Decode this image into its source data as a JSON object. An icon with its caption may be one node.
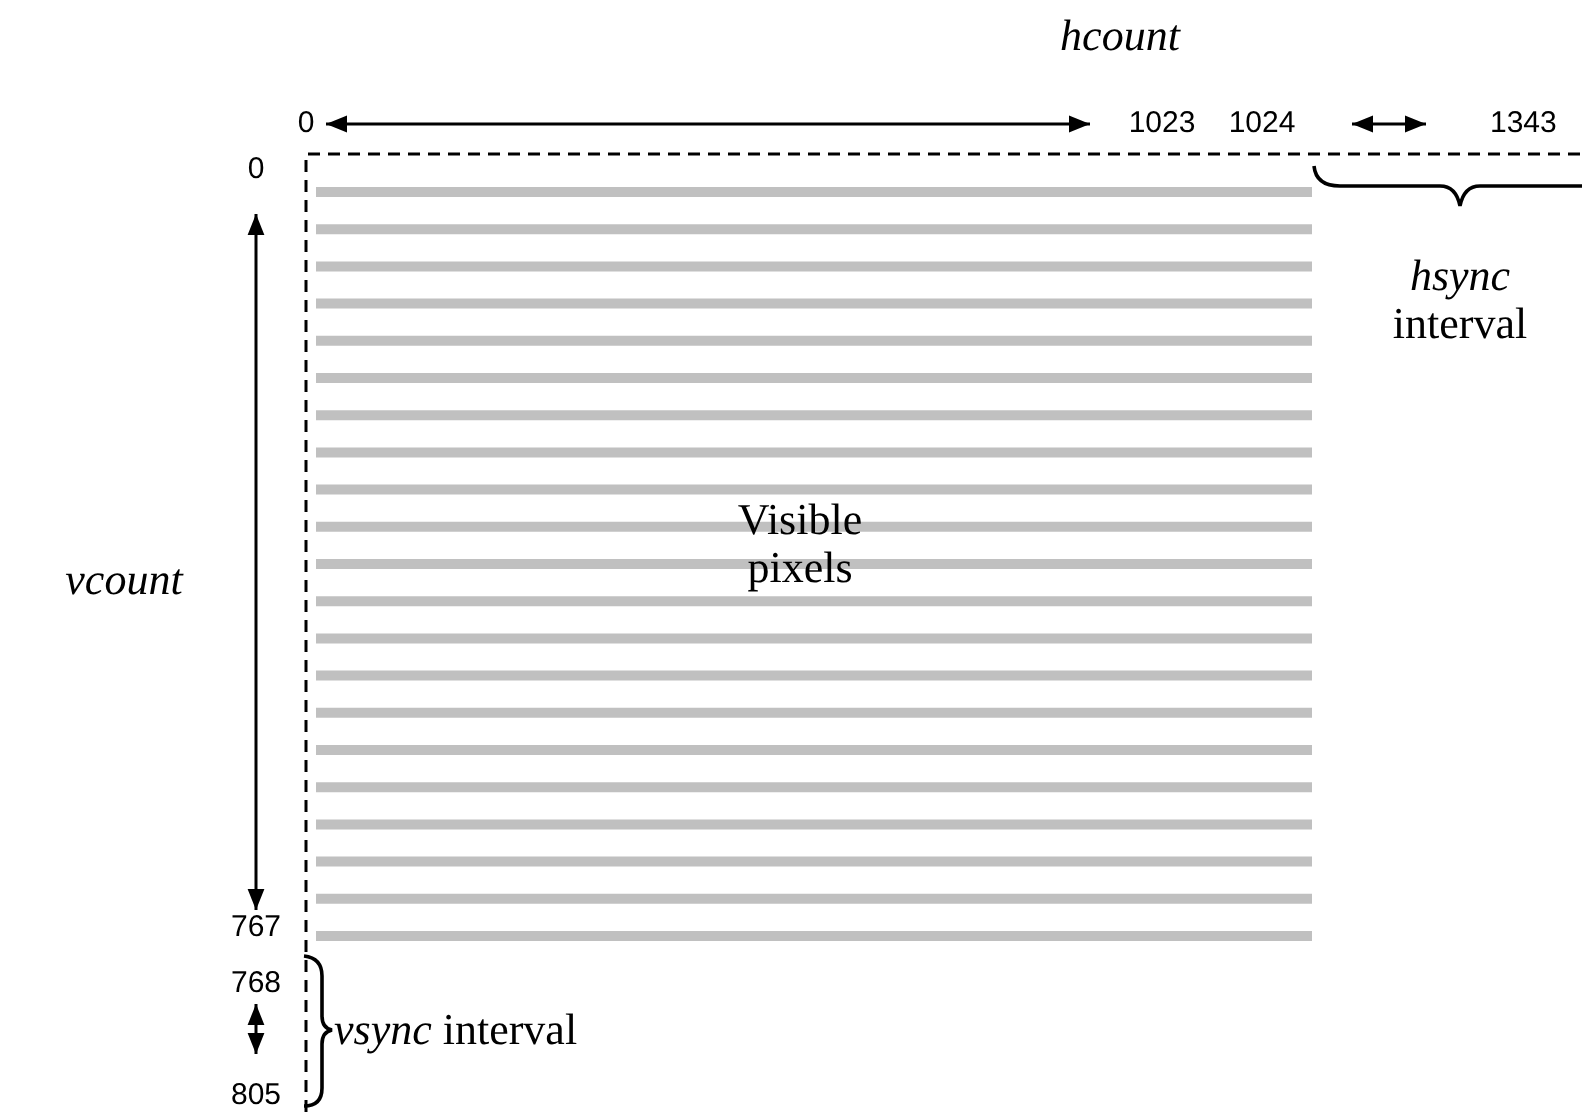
{
  "diagram": {
    "labels": [
      "hcount",
      "0",
      "1023",
      "1024",
      "1343",
      "0",
      "*hsync* interval",
      "vcount",
      "Visible pixels",
      "767",
      "768",
      "805",
      "*vsync* interval"
    ]
  }
}
